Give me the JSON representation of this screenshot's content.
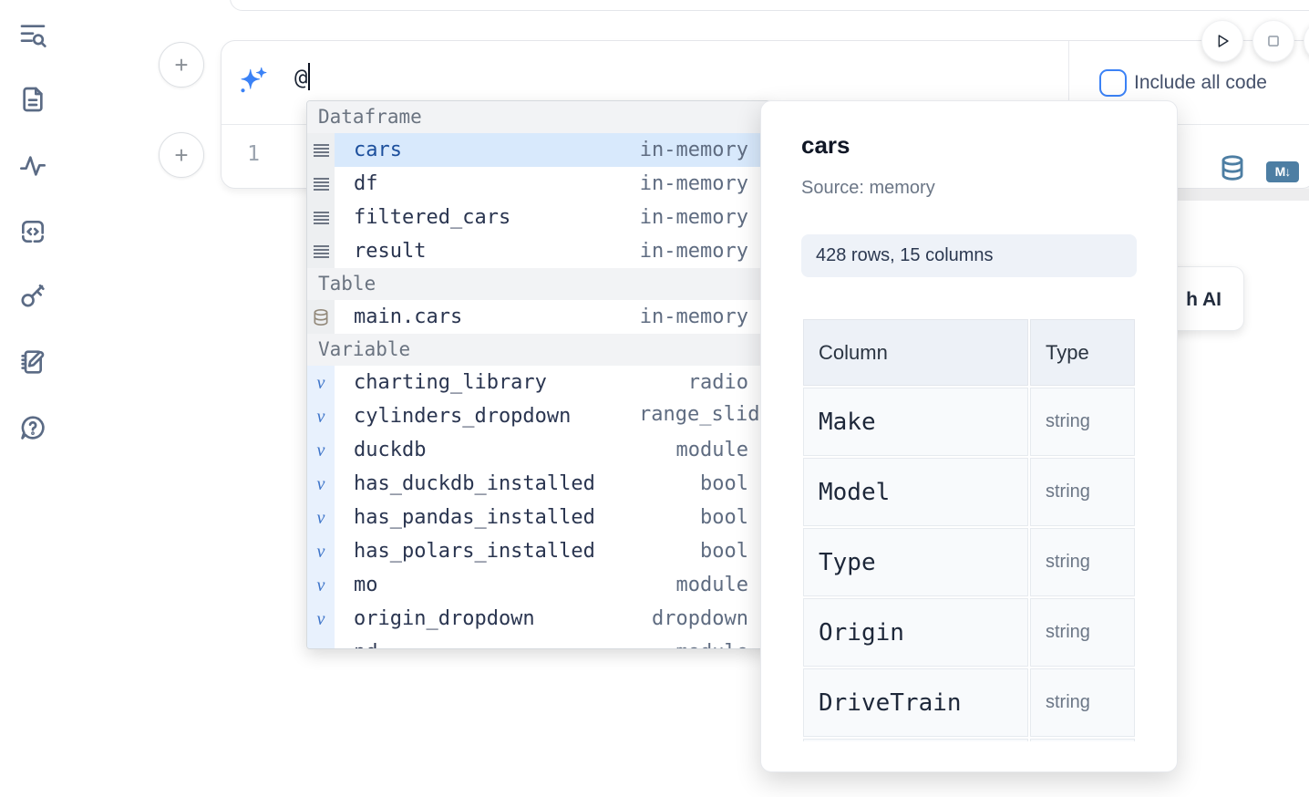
{
  "sidebar": {
    "items": [
      {
        "icon": "table-of-contents-search-icon"
      },
      {
        "icon": "file-document-icon"
      },
      {
        "icon": "activity-icon"
      },
      {
        "icon": "code-snippet-icon"
      },
      {
        "icon": "shortcuts-key-icon"
      },
      {
        "icon": "scratchpad-icon"
      },
      {
        "icon": "help-chat-icon"
      }
    ]
  },
  "cell_controls": {
    "add_cell_label": "+",
    "run_icon": "play-icon",
    "stop_icon": "stop-icon"
  },
  "ai_prompt": {
    "icon": "sparkles-icon",
    "typed_text": "@",
    "include_all_code_label": "Include all code",
    "checkbox_checked": false
  },
  "code_cell": {
    "line_number": "1",
    "actions": [
      {
        "icon": "database-icon"
      },
      {
        "icon": "markdown-icon",
        "badge_text": "M↓"
      }
    ]
  },
  "autocomplete": {
    "sections": [
      {
        "label": "Dataframe",
        "kind": "dataframe",
        "items": [
          {
            "icon": "rows-icon",
            "name": "cars",
            "type": "in-memory",
            "selected": true
          },
          {
            "icon": "rows-icon",
            "name": "df",
            "type": "in-memory"
          },
          {
            "icon": "rows-icon",
            "name": "filtered_cars",
            "type": "in-memory"
          },
          {
            "icon": "rows-icon",
            "name": "result",
            "type": "in-memory"
          }
        ]
      },
      {
        "label": "Table",
        "kind": "table",
        "items": [
          {
            "icon": "database-icon",
            "name": "main.cars",
            "type": "in-memory"
          }
        ]
      },
      {
        "label": "Variable",
        "kind": "var",
        "items": [
          {
            "icon": "variable-icon",
            "name": "charting_library",
            "type": "radio"
          },
          {
            "icon": "variable-icon",
            "name": "cylinders_dropdown",
            "type": "range_slider",
            "clip": true
          },
          {
            "icon": "variable-icon",
            "name": "duckdb",
            "type": "module"
          },
          {
            "icon": "variable-icon",
            "name": "has_duckdb_installed",
            "type": "bool"
          },
          {
            "icon": "variable-icon",
            "name": "has_pandas_installed",
            "type": "bool"
          },
          {
            "icon": "variable-icon",
            "name": "has_polars_installed",
            "type": "bool"
          },
          {
            "icon": "variable-icon",
            "name": "mo",
            "type": "module"
          },
          {
            "icon": "variable-icon",
            "name": "origin_dropdown",
            "type": "dropdown"
          },
          {
            "icon": "variable-icon",
            "name": "pd",
            "type": "module",
            "partial": true
          }
        ]
      }
    ]
  },
  "preview_panel": {
    "title": "cars",
    "source_label": "Source: memory",
    "shape_badge": "428 rows, 15 columns",
    "table": {
      "headers": [
        "Column",
        "Type"
      ],
      "rows": [
        [
          "Make",
          "string"
        ],
        [
          "Model",
          "string"
        ],
        [
          "Type",
          "string"
        ],
        [
          "Origin",
          "string"
        ],
        [
          "DriveTrain",
          "string"
        ]
      ]
    }
  },
  "partial_ai_card": {
    "visible_label": "h AI"
  },
  "colors": {
    "accent_blue": "#3b82f6",
    "steel_blue": "#4d7ea3",
    "selection_blue": "#d8e9fc",
    "sidebar_icon": "#5b6b85"
  }
}
